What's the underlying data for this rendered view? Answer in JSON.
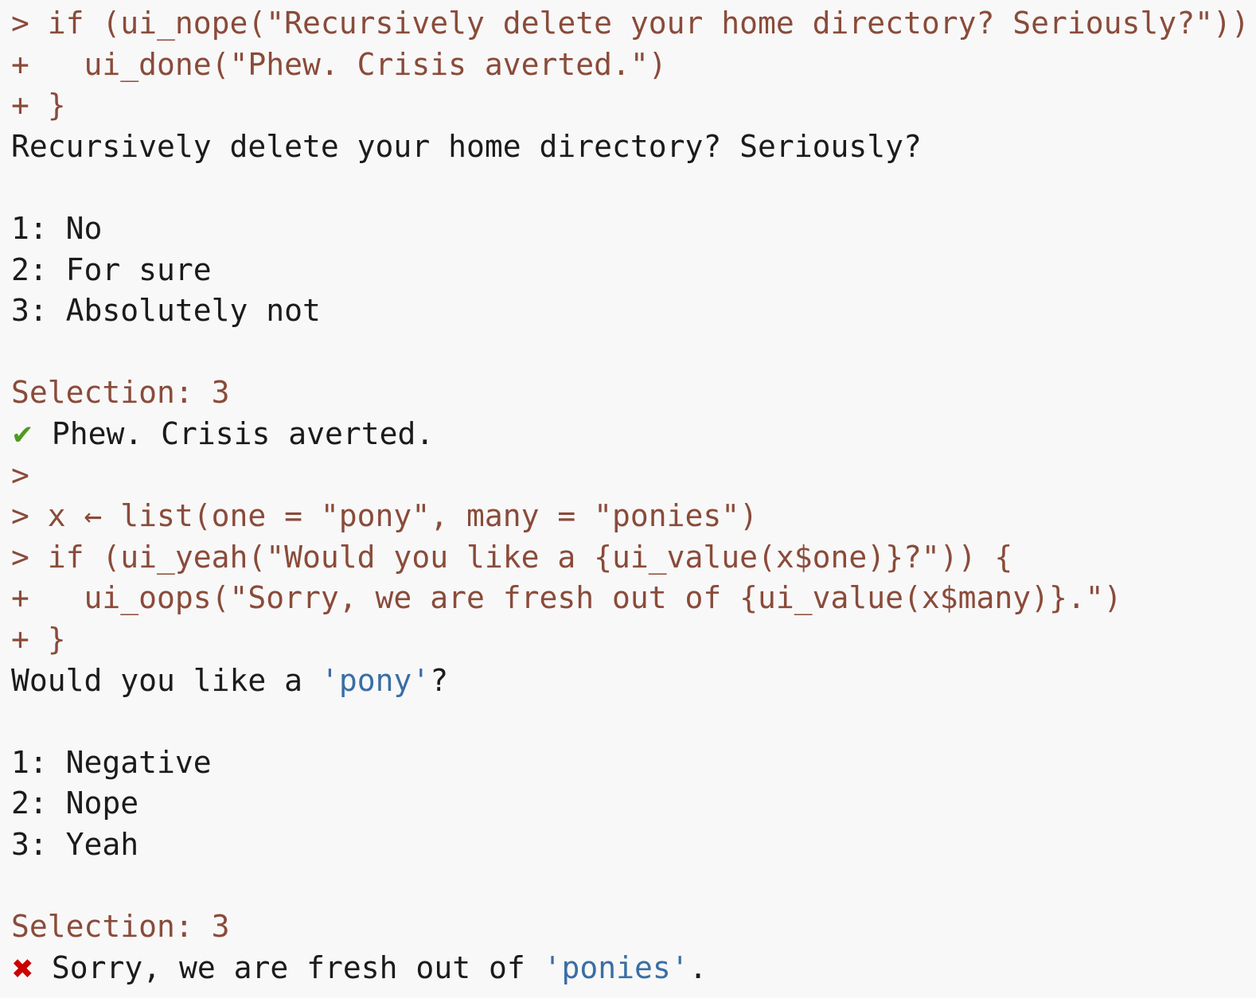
{
  "app": {
    "name": "R console",
    "background_color": "#f8f8f8",
    "colors": {
      "input": "#8a4b3a",
      "output": "#1b1b1b",
      "value": "#3a6ea5",
      "success": "#4f9a22",
      "danger": "#cc0000"
    }
  },
  "console": {
    "lines": [
      {
        "kind": "input",
        "text": "> if (ui_nope(\"Recursively delete your home directory? Seriously?\")) {"
      },
      {
        "kind": "input",
        "text": "+   ui_done(\"Phew. Crisis averted.\")"
      },
      {
        "kind": "input",
        "text": "+ }"
      },
      {
        "kind": "output",
        "text": "Recursively delete your home directory? Seriously?"
      },
      {
        "kind": "blank",
        "text": " "
      },
      {
        "kind": "output",
        "text": "1: No"
      },
      {
        "kind": "output",
        "text": "2: For sure"
      },
      {
        "kind": "output",
        "text": "3: Absolutely not"
      },
      {
        "kind": "blank",
        "text": " "
      },
      {
        "kind": "input",
        "text": "Selection: 3"
      },
      {
        "kind": "glyph-success",
        "glyph": "✔",
        "text": "Phew. Crisis averted."
      },
      {
        "kind": "input",
        "text": ">"
      },
      {
        "kind": "input",
        "text": "> x ← list(one = \"pony\", many = \"ponies\")"
      },
      {
        "kind": "input",
        "text": "> if (ui_yeah(\"Would you like a {ui_value(x$one)}?\")) {"
      },
      {
        "kind": "input",
        "text": "+   ui_oops(\"Sorry, we are fresh out of {ui_value(x$many)}.\")"
      },
      {
        "kind": "input",
        "text": "+ }"
      },
      {
        "kind": "output-value",
        "pre": "Would you like a ",
        "value": "'pony'",
        "post": "?"
      },
      {
        "kind": "blank",
        "text": " "
      },
      {
        "kind": "output",
        "text": "1: Negative"
      },
      {
        "kind": "output",
        "text": "2: Nope"
      },
      {
        "kind": "output",
        "text": "3: Yeah"
      },
      {
        "kind": "blank",
        "text": " "
      },
      {
        "kind": "input",
        "text": "Selection: 3"
      },
      {
        "kind": "glyph-danger-value",
        "glyph": "✖",
        "pre": "Sorry, we are fresh out of ",
        "value": "'ponies'",
        "post": "."
      },
      {
        "kind": "input",
        "text": ">"
      }
    ]
  }
}
